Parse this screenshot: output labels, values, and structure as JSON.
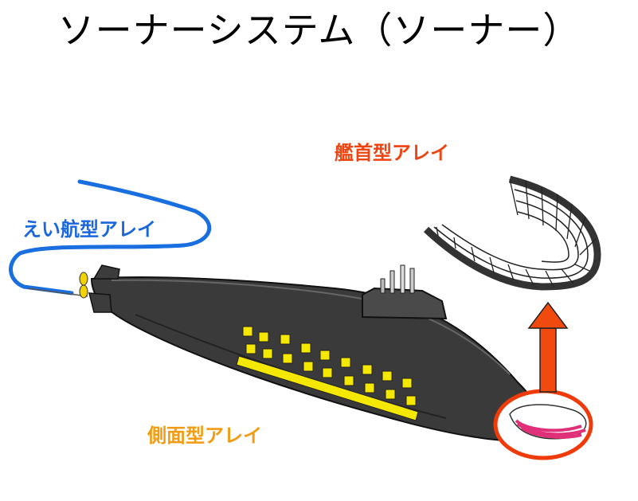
{
  "title": "ソーナーシステム（ソーナー）",
  "labels": {
    "bow_array": "艦首型アレイ",
    "towed_array": "えい航型アレイ",
    "flank_array": "側面型アレイ"
  },
  "colors": {
    "bow_array": "#ee4411",
    "towed_array": "#1a66dd",
    "flank_array": "#f39c12",
    "towed_line": "#1a6fe0",
    "hull": "#3a3a3a",
    "flank_panels": "#f5e800",
    "arrow": "#f04a0f",
    "highlight_ring": "#ef3a0a",
    "sonar_dome": "#e0307a"
  }
}
